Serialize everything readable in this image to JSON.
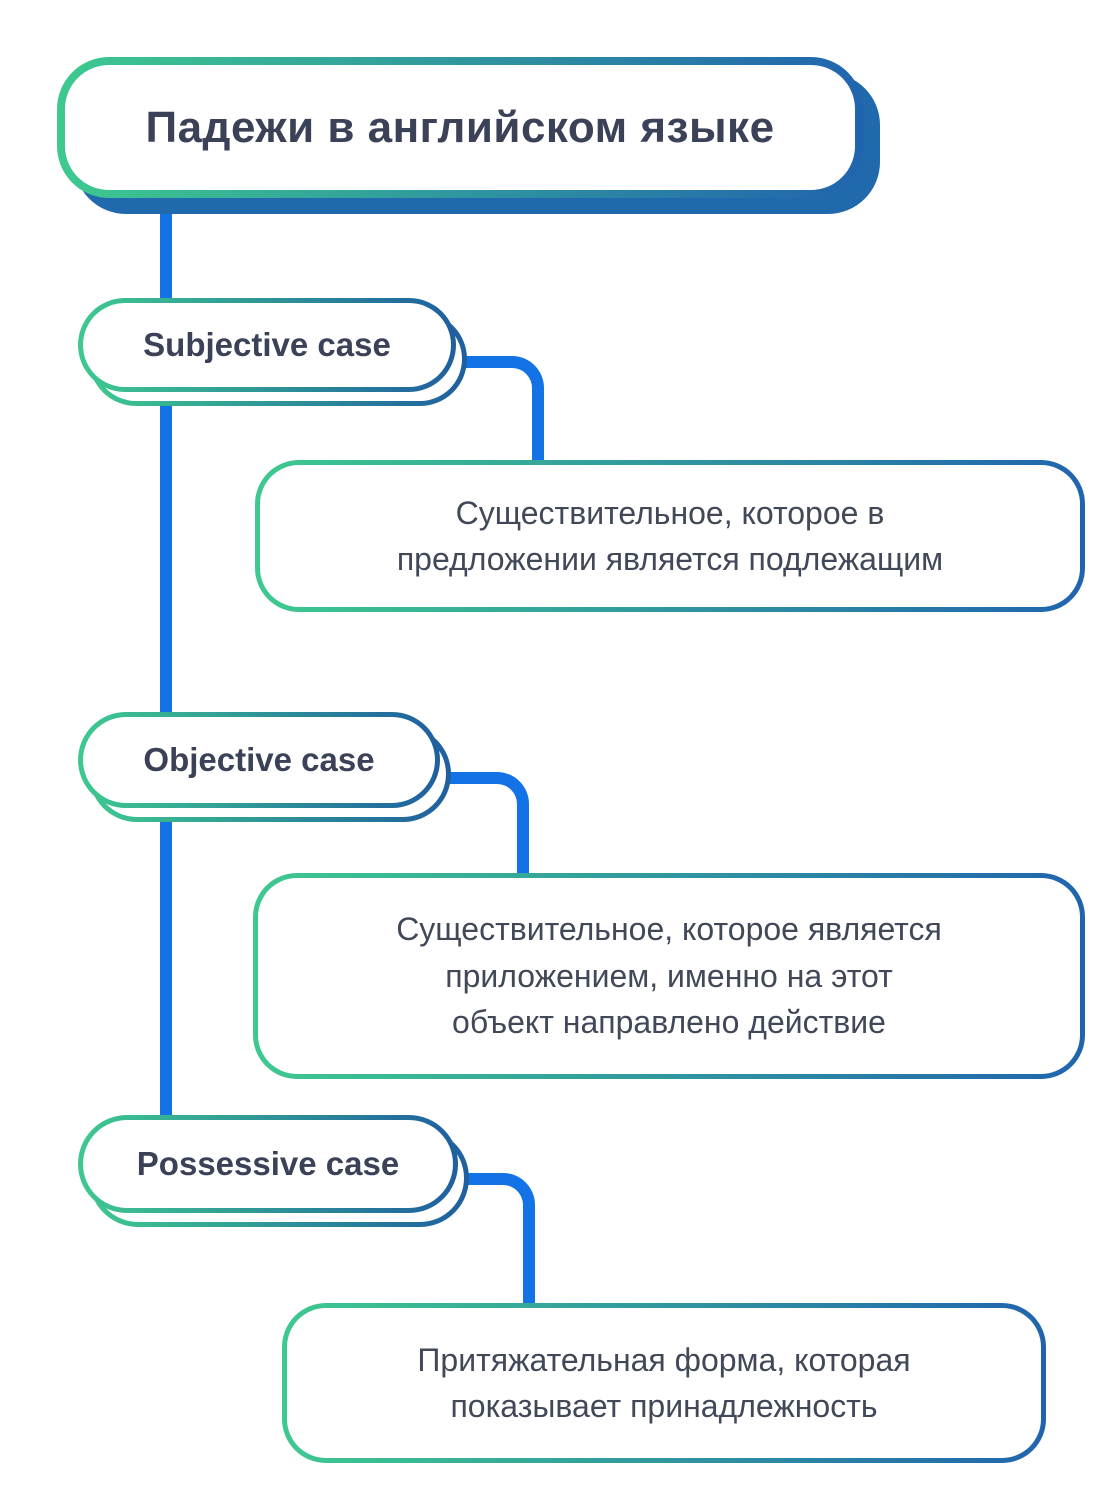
{
  "title": "Падежи в английском языке",
  "nodes": [
    {
      "label": "Subjective case",
      "description": "Существительное, которое в предложении является подлежащим",
      "description_lines": [
        "Существительное, которое в",
        "предложении является подлежащим"
      ]
    },
    {
      "label": "Objective case",
      "description": "Существительное, которое является приложением, именно на этот объект направлено действие",
      "description_lines": [
        "Существительное, которое является",
        "приложением, именно на этот",
        "объект направлено действие"
      ]
    },
    {
      "label": "Possessive case",
      "description": "Притяжательная форма, которая показывает принадлежность",
      "description_lines": [
        "Притяжательная форма, которая",
        "показывает принадлежность"
      ]
    }
  ],
  "colors": {
    "gradient_start_green": "#3ec98f",
    "gradient_end_blue": "#2164ae",
    "connector_blue": "#1373e6",
    "title_shadow_blue": "#2169ad",
    "text_dark": "#3b4257",
    "description_text": "#414858",
    "background": "#ffffff"
  }
}
